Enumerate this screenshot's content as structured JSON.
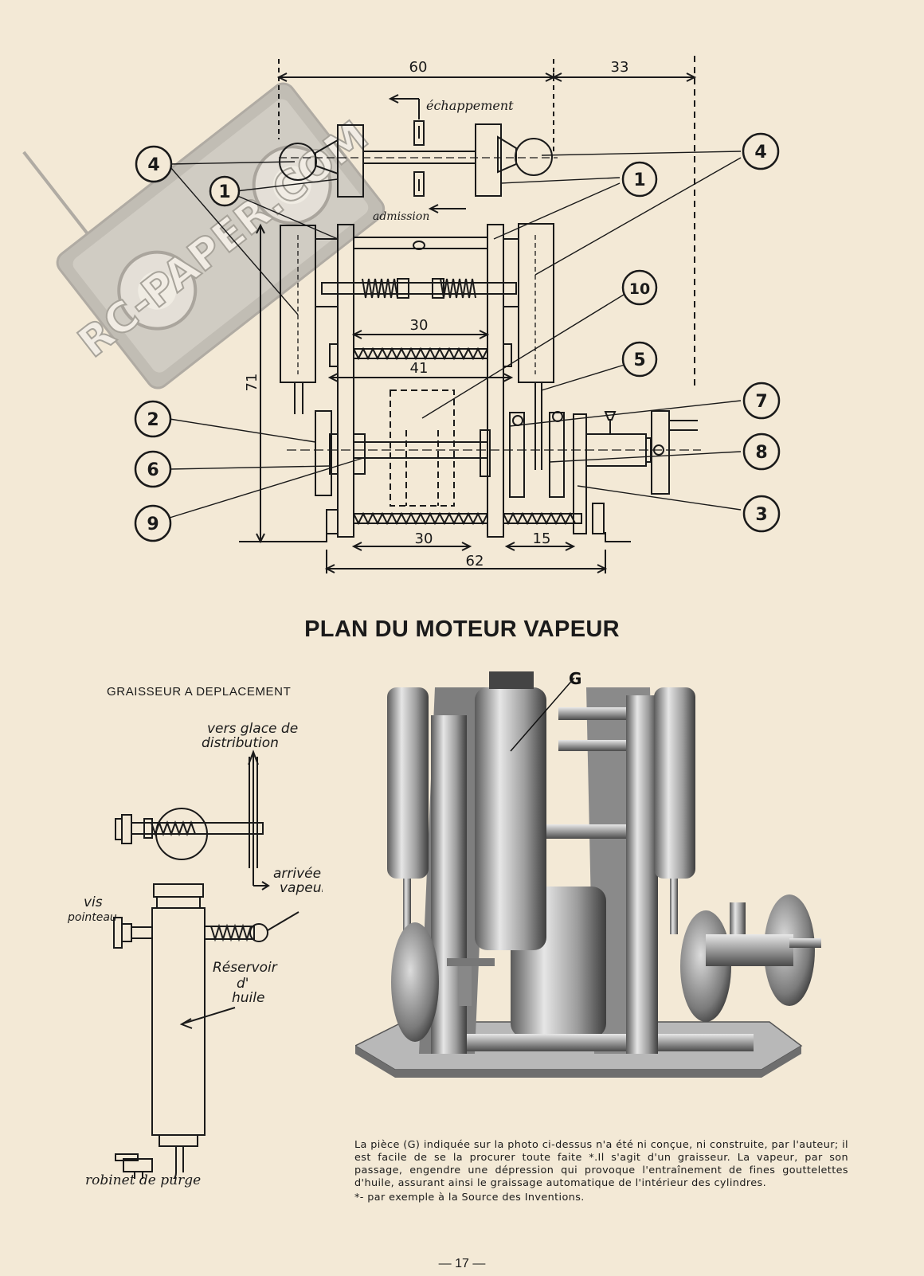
{
  "plan": {
    "dimensions": {
      "d60": "60",
      "d33": "33",
      "d30_top": "30",
      "d41": "41",
      "d71": "71",
      "d30_bottom": "30",
      "d15": "15",
      "d62": "62"
    },
    "labels": {
      "exhaust": "échappement",
      "intake": "admission"
    },
    "callouts": [
      "4",
      "1",
      "4",
      "1",
      "10",
      "5",
      "2",
      "7",
      "6",
      "8",
      "9",
      "3"
    ],
    "watermark": "RC-PAPER.COM"
  },
  "title": "PLAN DU MOTEUR VAPEUR",
  "oiler": {
    "title": "GRAISSEUR A DEPLACEMENT",
    "labels": {
      "to_valve_1": "vers glace de",
      "to_valve_2": "distribution",
      "steam_1": "arrivée",
      "steam_2": "vapeur",
      "needle_1": "vis",
      "needle_2": "pointeau",
      "reservoir_1": "Réservoir",
      "reservoir_2": "d'",
      "reservoir_3": "huile",
      "drain": "robinet de purge"
    }
  },
  "photo": {
    "label": "G"
  },
  "caption": {
    "text": "La pièce (G) indiquée sur la photo ci-dessus n'a été ni conçue, ni construite, par l'auteur; il est facile de se la procurer toute faite *.Il s'agit d'un graisseur. La vapeur, par son passage, engendre une dépression qui provoque l'entraînement de fines gouttelettes d'huile, assurant ainsi le graissage automatique de l'intérieur des cylindres.",
    "footnote": "*- par exemple à la Source des Inventions."
  },
  "folio": "— 17 —",
  "colors": {
    "paper": "#f3e9d6",
    "ink": "#1a1a1a",
    "watermark": "#8c8c8c"
  }
}
